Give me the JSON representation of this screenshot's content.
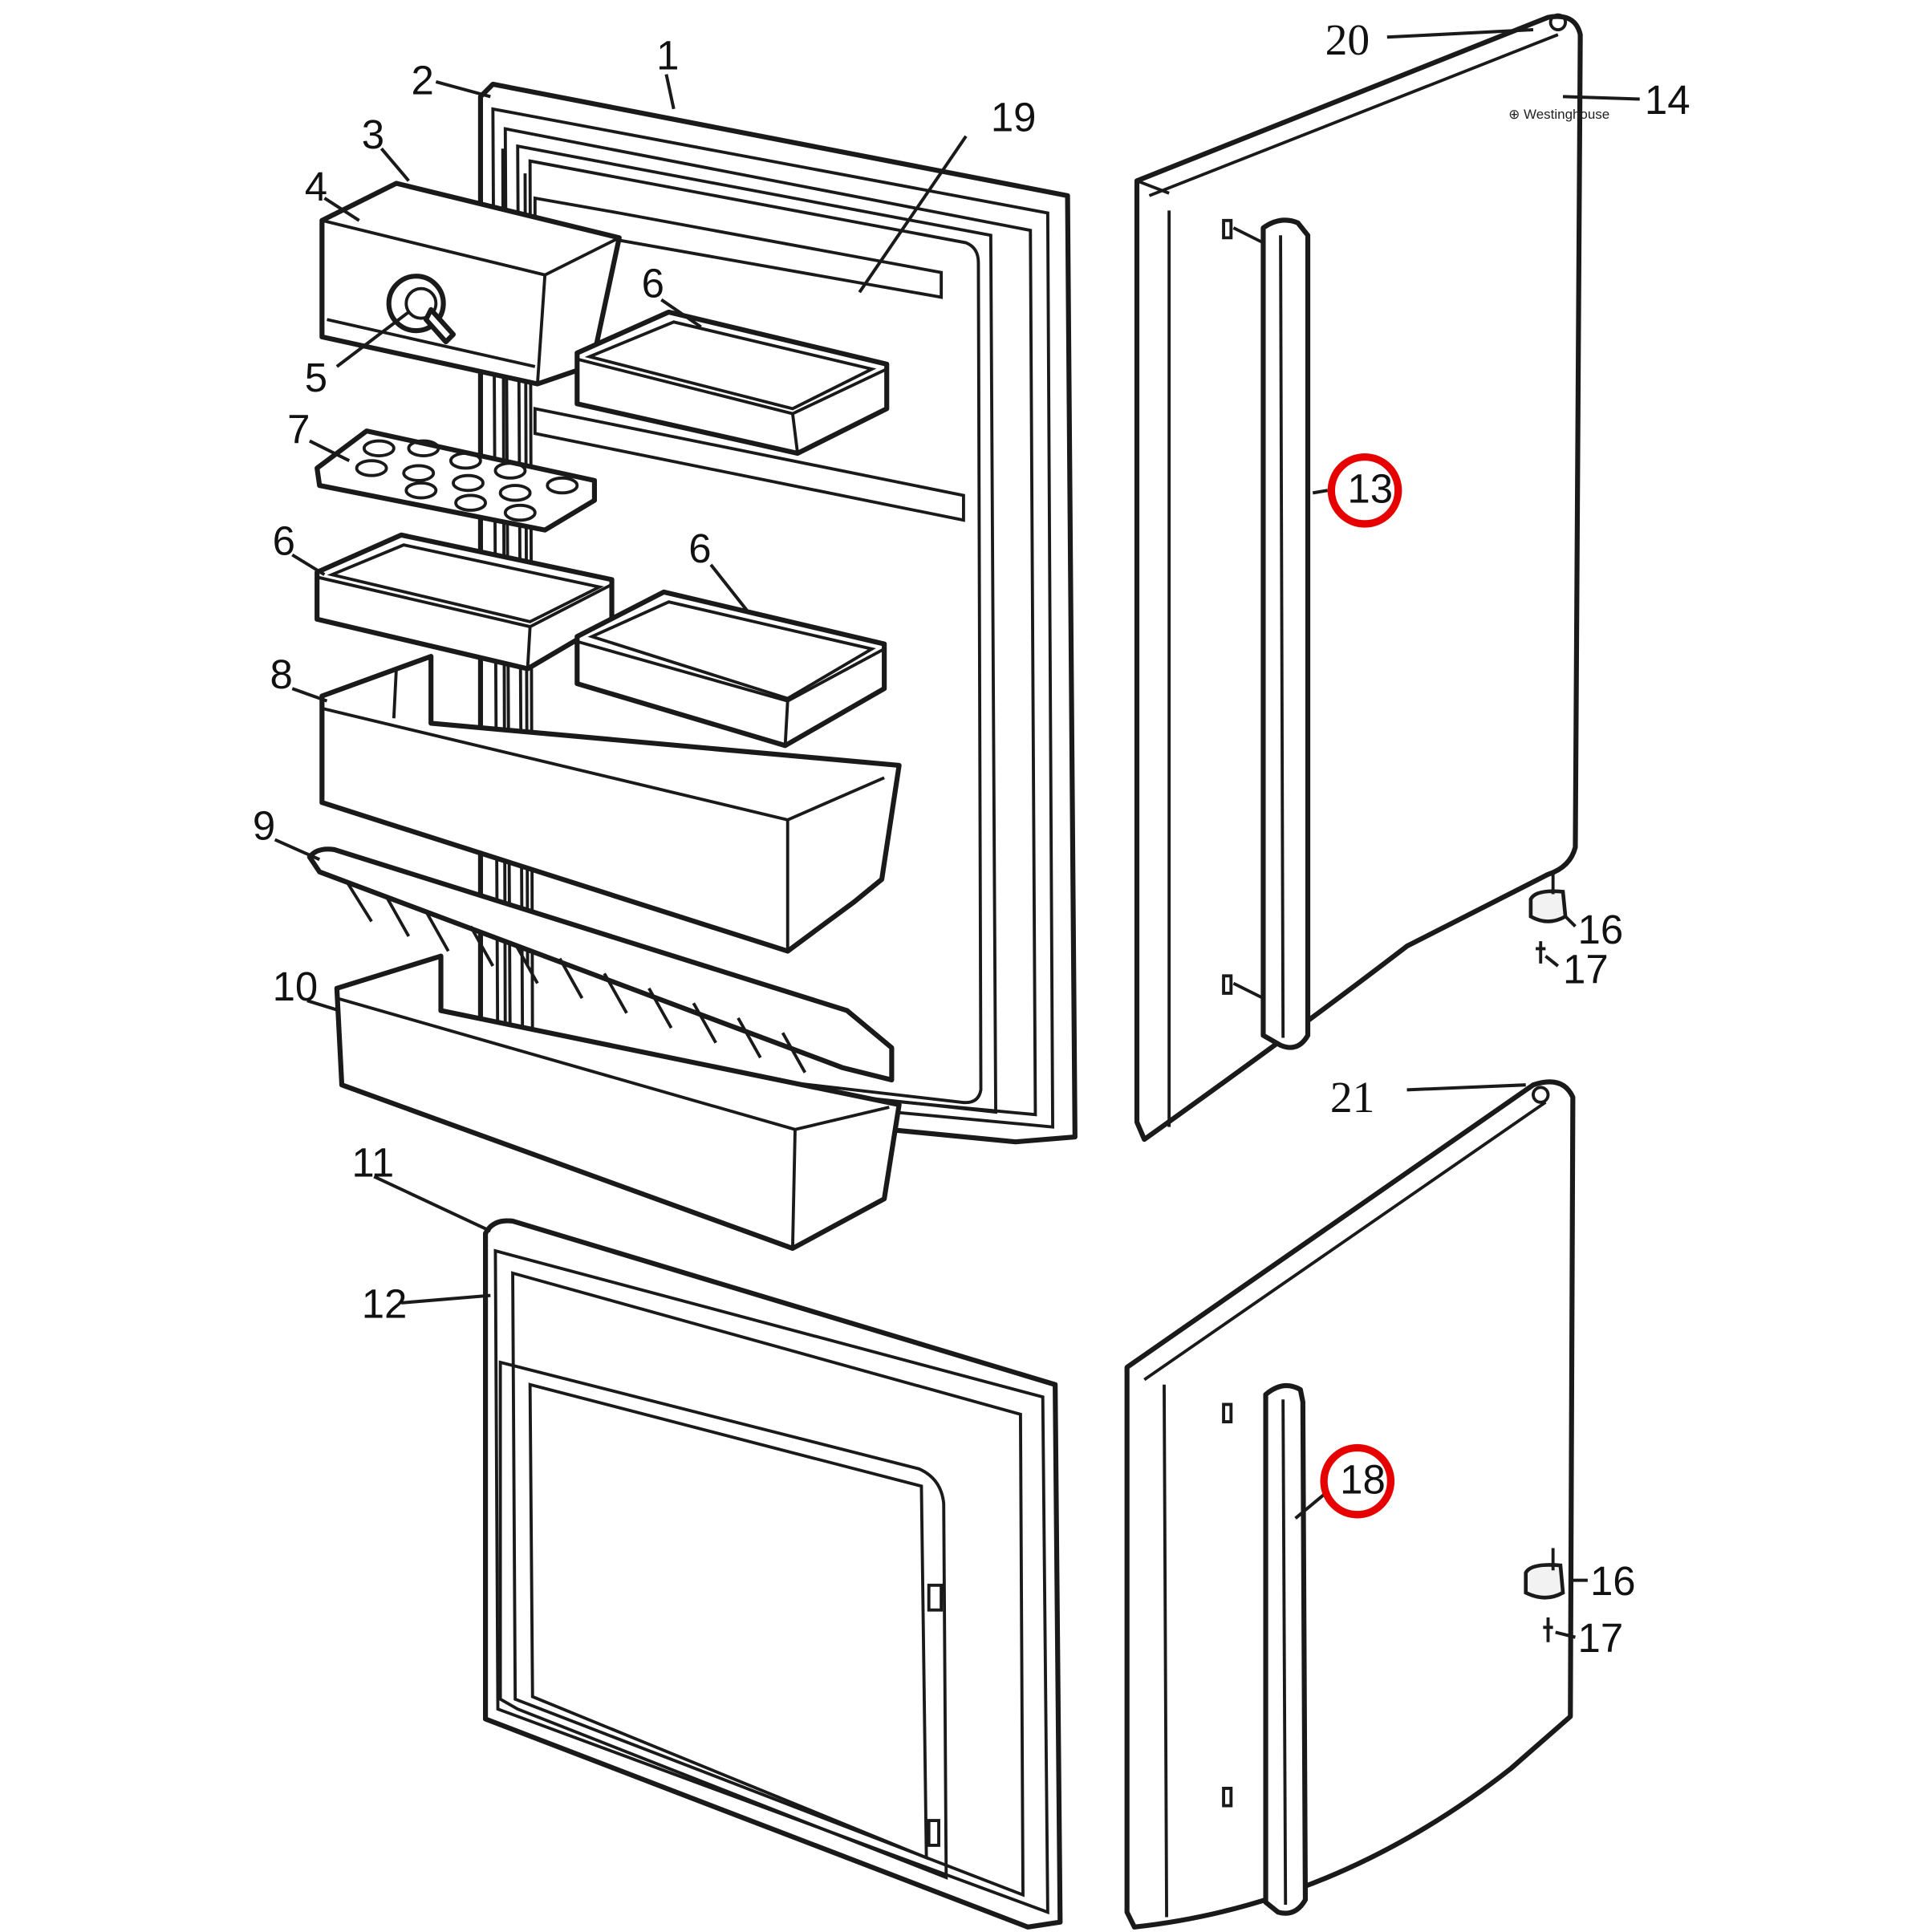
{
  "labels": {
    "l1": "1",
    "l2": "2",
    "l3": "3",
    "l4": "4",
    "l5": "5",
    "l6a": "6",
    "l6b": "6",
    "l6c": "6",
    "l7": "7",
    "l8": "8",
    "l9": "9",
    "l10": "10",
    "l11": "11",
    "l12": "12",
    "l13": "13",
    "l14": "14",
    "l16a": "16",
    "l16b": "16",
    "l17a": "17",
    "l17b": "17",
    "l18": "18",
    "l19": "19",
    "l20": "20",
    "l21": "21"
  },
  "highlighted_parts": [
    "13",
    "18"
  ],
  "colors": {
    "highlight": "#e60000",
    "line": "#1a1a1a",
    "background": "#ffffff"
  }
}
